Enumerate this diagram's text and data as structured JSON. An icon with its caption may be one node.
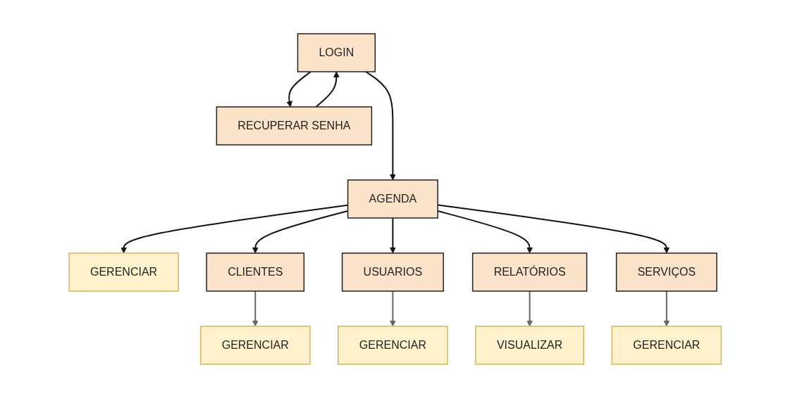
{
  "diagram": {
    "nodes": [
      {
        "text": [
          "LOGIN"
        ]
      },
      {
        "text": [
          "RECUPERAR SENHA"
        ]
      },
      {
        "text": [
          "GERENCIAR"
        ]
      },
      {
        "text": [
          "AGENDA"
        ]
      },
      {
        "text": [
          "CLIENTES"
        ]
      },
      {
        "text": [
          "USUARIOS"
        ]
      },
      {
        "text": [
          "RELATÓRIOS"
        ]
      },
      {
        "text": [
          "SERVIÇOS"
        ]
      },
      {
        "text": [
          "GERENCIAR"
        ]
      },
      {
        "text": [
          "GERENCIAR"
        ]
      },
      {
        "text": [
          "VISUALIZAR"
        ]
      },
      {
        "text": [
          "GERENCIAR"
        ]
      }
    ],
    "edges": [
      {
        "from": 0,
        "to": 1,
        "arrow": "to"
      },
      {
        "from": 1,
        "to": 0,
        "arrow": "to"
      },
      {
        "from": 0,
        "to": 3,
        "arrow": "to"
      },
      {
        "from": 3,
        "to": 2,
        "arrow": "to"
      },
      {
        "from": 3,
        "to": 4,
        "arrow": "to"
      },
      {
        "from": 3,
        "to": 5,
        "arrow": "to"
      },
      {
        "from": 3,
        "to": 6,
        "arrow": "to"
      },
      {
        "from": 3,
        "to": 7,
        "arrow": "to"
      },
      {
        "from": 4,
        "to": 8,
        "arrow": "to",
        "color": "#666666"
      },
      {
        "from": 5,
        "to": 9,
        "arrow": "to",
        "color": "#666666"
      },
      {
        "from": 6,
        "to": 10,
        "arrow": "to",
        "color": "#666666"
      },
      {
        "from": 7,
        "to": 11,
        "arrow": "to",
        "color": "#666666"
      }
    ]
  }
}
